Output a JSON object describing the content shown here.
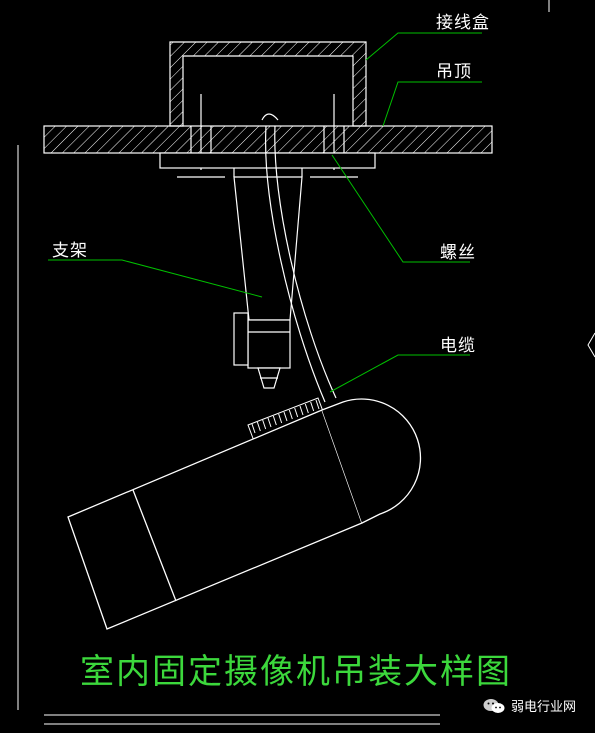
{
  "labels": {
    "junction_box": "接线盒",
    "ceiling": "吊顶",
    "bracket": "支架",
    "screw": "螺丝",
    "cable": "电缆"
  },
  "title": "室内固定摄像机吊装大样图",
  "watermark": {
    "text": "弱电行业网",
    "icon": "wechat-icon"
  },
  "colors": {
    "background": "#000000",
    "drawing": "#ffffff",
    "leader_lines": "#00c000",
    "title": "#3cd83c"
  }
}
